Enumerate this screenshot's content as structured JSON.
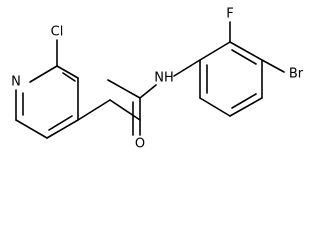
{
  "molecule": {
    "atoms": {
      "pyridine_n": "N",
      "chlorine": "Cl",
      "amide_nh": "NH",
      "amide_o": "O",
      "fluorine": "F",
      "bromine": "Br"
    }
  },
  "colors": {
    "bond": "#000000",
    "label": "#000000",
    "background": "#ffffff"
  }
}
